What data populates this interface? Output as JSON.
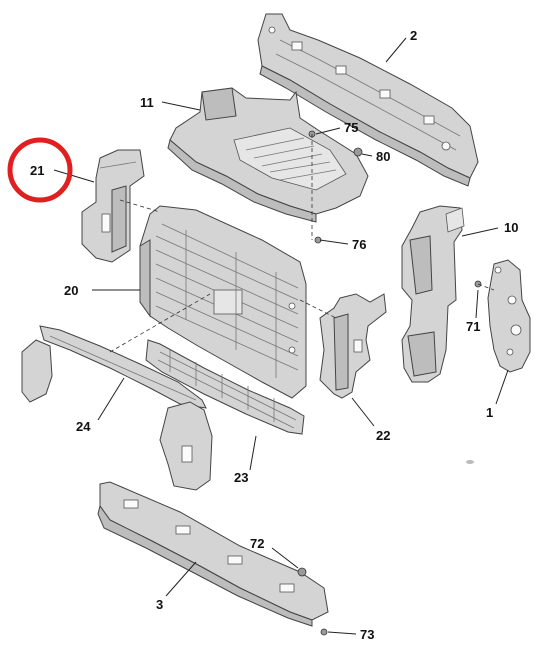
{
  "callouts": {
    "p2": "2",
    "p11": "11",
    "p75": "75",
    "p80": "80",
    "p21": "21",
    "p10": "10",
    "p76": "76",
    "p20": "20",
    "p71": "71",
    "p1": "1",
    "p24": "24",
    "p22": "22",
    "p23": "23",
    "p72": "72",
    "p3": "3",
    "p73": "73"
  },
  "highlight": {
    "callout": "21",
    "color": "#e02020"
  },
  "colors": {
    "part_fill": "#d4d4d4",
    "part_dark": "#bdbdbd",
    "outline": "#444444"
  }
}
